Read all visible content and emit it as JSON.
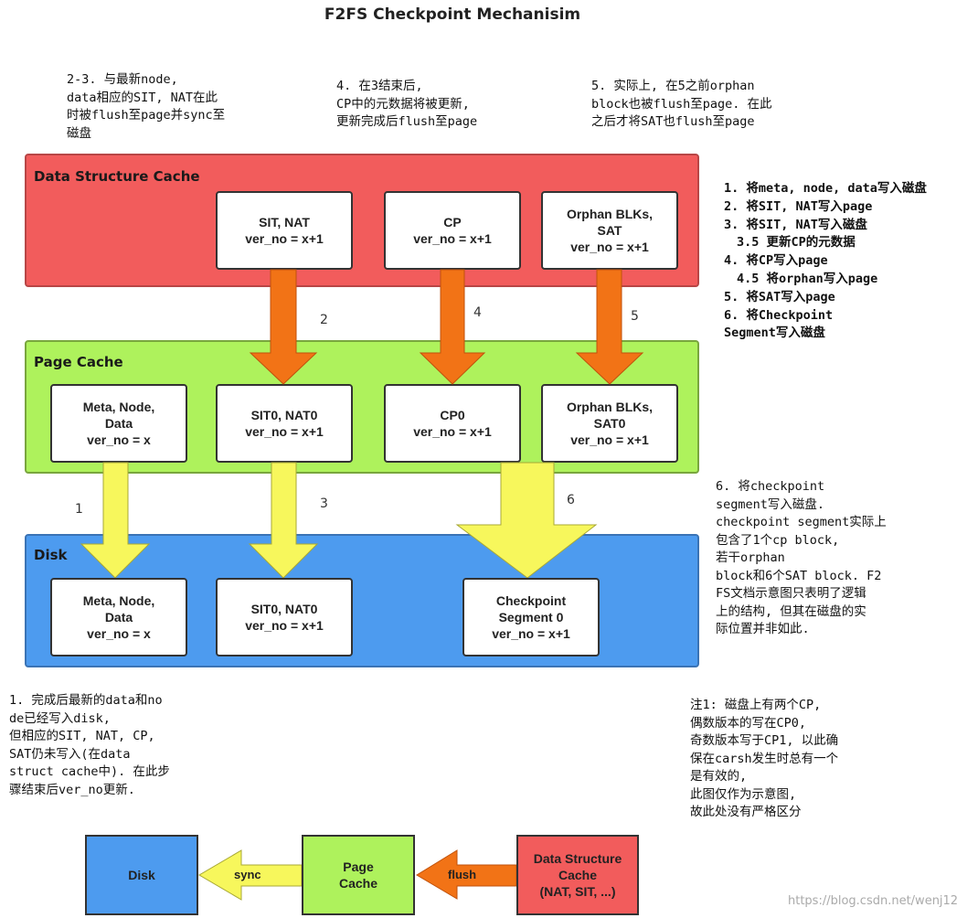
{
  "title": "F2FS Checkpoint Mechanisim",
  "notes": {
    "top_left": [
      "2-3. 与最新node,",
      "data相应的SIT, NAT在此",
      "时被flush至page并sync至",
      "磁盘"
    ],
    "top_mid": [
      "4. 在3结束后,",
      "CP中的元数据将被更新,",
      "更新完成后flush至page"
    ],
    "top_right": [
      "5. 实际上, 在5之前orphan",
      "block也被flush至page. 在此",
      "之后才将SAT也flush至page"
    ],
    "steps": [
      "1. 将meta, node, data写入磁盘",
      "2. 将SIT, NAT写入page",
      "3. 将SIT, NAT写入磁盘",
      "  3.5 更新CP的元数据",
      "4. 将CP写入page",
      "  4.5 将orphan写入page",
      "5. 将SAT写入page",
      "6. 将Checkpoint",
      "Segment写入磁盘"
    ],
    "step6": [
      "6. 将checkpoint",
      "segment写入磁盘.",
      "checkpoint segment实际上",
      "包含了1个cp block,",
      "若干orphan",
      "block和6个SAT block. F2",
      "FS文档示意图只表明了逻辑",
      "上的结构, 但其在磁盘的实",
      "际位置并非如此."
    ],
    "bottom_left": [
      "1. 完成后最新的data和no",
      "de已经写入disk,",
      "但相应的SIT, NAT, CP,",
      "SAT仍未写入(在data",
      "struct cache中). 在此步",
      "骤结束后ver_no更新."
    ],
    "bottom_right": [
      "注1: 磁盘上有两个CP,",
      "偶数版本的写在CP0,",
      "奇数版本写于CP1, 以此确",
      "保在carsh发生时总有一个",
      "是有效的,",
      "此图仅作为示意图,",
      "故此处没有严格区分"
    ]
  },
  "bands": {
    "dsc": {
      "label": "Data Structure Cache",
      "color": "#f25c5c"
    },
    "page": {
      "label": "Page Cache",
      "color": "#aef25c"
    },
    "disk": {
      "label": "Disk",
      "color": "#4d9bef"
    }
  },
  "boxes": {
    "dsc_sit": [
      "SIT, NAT",
      "ver_no = x+1"
    ],
    "dsc_cp": [
      "CP",
      "ver_no = x+1"
    ],
    "dsc_orphan": [
      "Orphan BLKs,",
      "SAT",
      "ver_no = x+1"
    ],
    "pc_meta": [
      "Meta, Node,",
      "Data",
      "ver_no = x"
    ],
    "pc_sit": [
      "SIT0, NAT0",
      "ver_no = x+1"
    ],
    "pc_cp": [
      "CP0",
      "ver_no = x+1"
    ],
    "pc_orphan": [
      "Orphan BLKs,",
      "SAT0",
      "ver_no = x+1"
    ],
    "disk_meta": [
      "Meta, Node,",
      "Data",
      "ver_no = x"
    ],
    "disk_sit": [
      "SIT0, NAT0",
      "ver_no = x+1"
    ],
    "disk_cp": [
      "Checkpoint",
      "Segment 0",
      "ver_no = x+1"
    ]
  },
  "arrow_numbers": {
    "a2": "2",
    "a4": "4",
    "a5": "5",
    "a1": "1",
    "a3": "3",
    "a6": "6"
  },
  "legend": {
    "disk": "Disk",
    "page": [
      "Page",
      "Cache"
    ],
    "dsc": [
      "Data Structure",
      "Cache",
      "(NAT, SIT, ...)"
    ],
    "sync": "sync",
    "flush": "flush"
  },
  "watermark": "https://blog.csdn.net/wenj12",
  "colors": {
    "orange_arrow": "#f27316",
    "yellow_arrow": "#f7f75c",
    "legend_disk": "#4d9bef",
    "legend_page": "#aef25c",
    "legend_dsc": "#f25c5c"
  }
}
